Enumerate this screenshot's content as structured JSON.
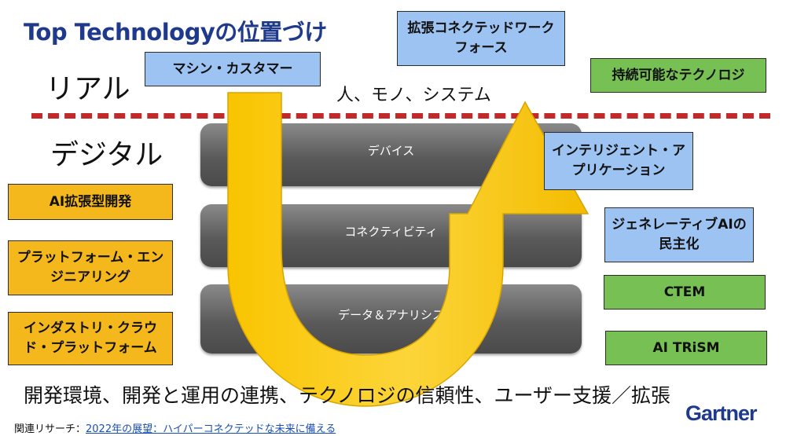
{
  "title": "Top Technologyの位置づけ",
  "zones": {
    "real": "リアル",
    "digital": "デジタル"
  },
  "real_things": "人、モノ、システム",
  "layers": [
    "デバイス",
    "コネクティビティ",
    "データ＆アナリシス"
  ],
  "blue_boxes": {
    "machine_customer": "マシン・カスタマー",
    "augmented_connected_workforce": "拡張コネクテッドワークフォース",
    "intelligent_applications": "インテリジェント・アプリケーション",
    "democratized_genai": "ジェネレーティブAIの民主化"
  },
  "green_boxes": {
    "sustainable_technology": "持続可能なテクノロジ",
    "ctem": "CTEM",
    "ai_trism": "AI TRiSM"
  },
  "orange_boxes": {
    "ai_augmented_development": "AI拡張型開発",
    "platform_engineering": "プラットフォーム・エンジニアリング",
    "industry_cloud_platforms": "インダストリ・クラウド・プラットフォーム"
  },
  "bottom_text": "開発環境、開発と運用の連携、テクノロジの信頼性、ユーザー支援／拡張",
  "related": {
    "label": "関連リサーチ：",
    "link": "2022年の展望：ハイパーコネクテッドな未来に備える"
  },
  "brand": "Gartner",
  "colors": {
    "title": "#1f3a8c",
    "blue": "#9dc3f2",
    "green": "#77c053",
    "orange": "#f5b81c",
    "divider": "#c22a2a",
    "arrow": "#f5c000"
  }
}
